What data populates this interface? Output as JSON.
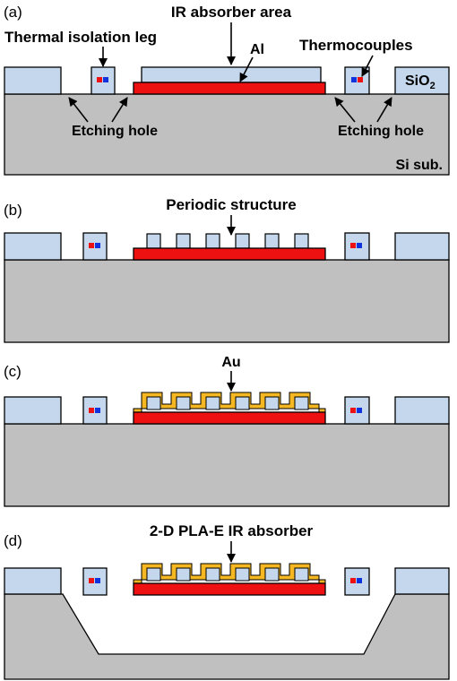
{
  "panels": {
    "a": {
      "tag": "(a)",
      "labels": {
        "ir_absorber_area": "IR absorber area",
        "thermal_isolation_leg": "Thermal isolation leg",
        "al": "Al",
        "thermocouples": "Thermocouples",
        "sio2": "SiO",
        "sio2_sub": "2",
        "etching_hole_left": "Etching hole",
        "etching_hole_right": "Etching hole",
        "si_sub": "Si sub."
      }
    },
    "b": {
      "tag": "(b)",
      "labels": {
        "periodic_structure": "Periodic structure"
      }
    },
    "c": {
      "tag": "(c)",
      "labels": {
        "au": "Au"
      }
    },
    "d": {
      "tag": "(d)",
      "labels": {
        "absorber": "2-D PLA-E IR absorber"
      }
    }
  },
  "colors": {
    "sio2": "#c5d7ec",
    "si": "#c0c0c0",
    "al": "#ee1111",
    "au": "#f5b822",
    "tc_red": "#ee1111",
    "tc_blue": "#1133dd"
  }
}
